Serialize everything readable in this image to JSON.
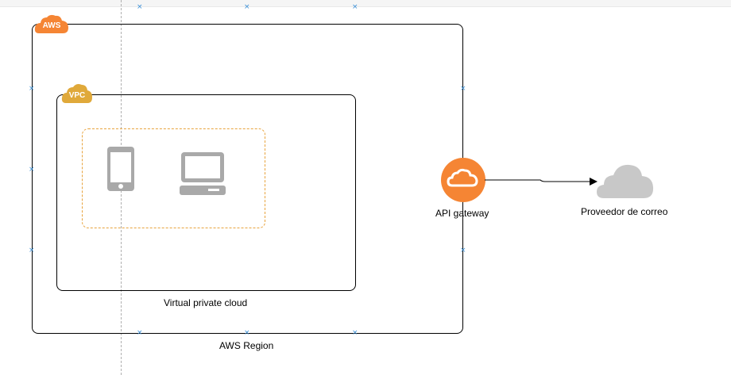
{
  "diagram": {
    "aws_badge": "AWS",
    "vpc_badge": "VPC",
    "vpc_label": "Virtual private cloud",
    "region_label": "AWS Region",
    "gateway_label": "API gateway",
    "mail_label": "Proveedor de correo",
    "icons": {
      "mobile": "mobile-phone-icon",
      "laptop": "laptop-icon",
      "gateway": "api-gateway-cloud-icon",
      "cloud": "cloud-icon"
    },
    "colors": {
      "aws_orange": "#f58534",
      "vpc_gold": "#e0a93a",
      "subnet_border": "#e8a33d",
      "device_gray": "#aaaaaa",
      "cloud_gray": "#c8c8c8",
      "selection_marker": "#3a8fd6"
    }
  }
}
